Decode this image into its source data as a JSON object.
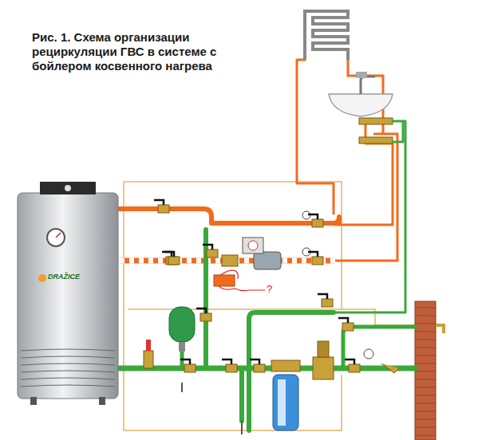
{
  "diagram": {
    "title": "Рис. 1. Схема организации рециркуляции ГВС в системе с бойлером косвенного нагрева",
    "nodes": [
      {
        "text": [
          "DRAŽICE"
        ]
      }
    ],
    "edges": [],
    "labels": [
      "?"
    ]
  }
}
